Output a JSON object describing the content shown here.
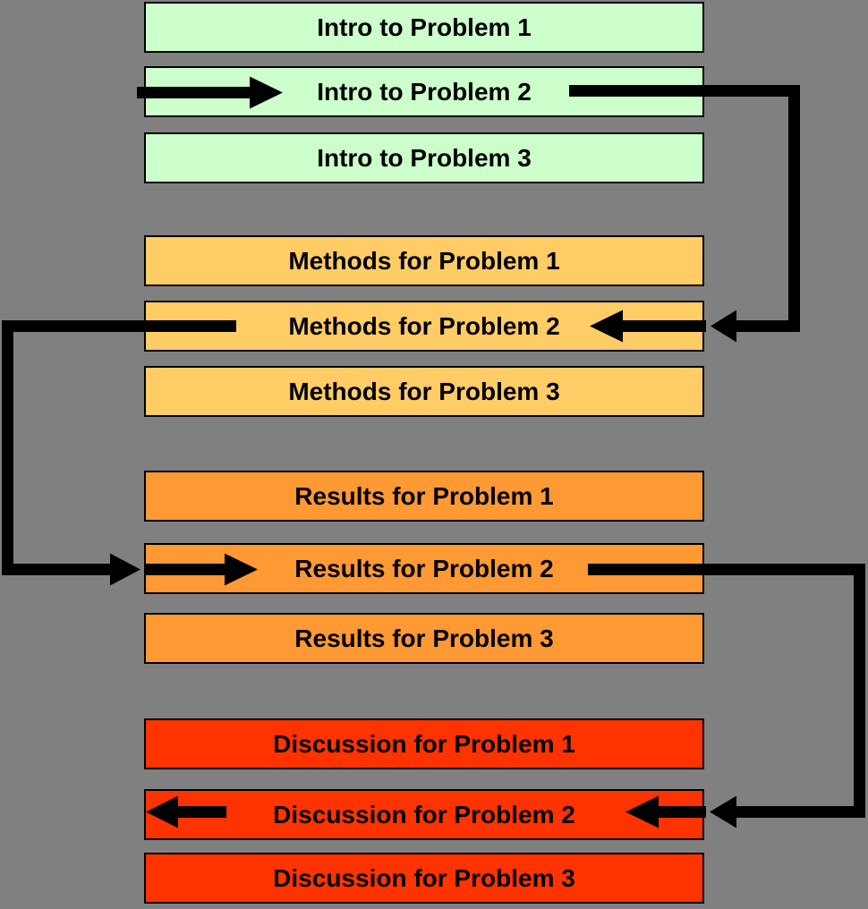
{
  "canvas": {
    "background_color": "#808080",
    "arrow_color": "#000000",
    "box_border_color": "#000000",
    "text_color": "#000000"
  },
  "sections": [
    {
      "name": "Intro",
      "color": "#CCFFCC",
      "boxes": [
        "Intro to Problem 1",
        "Intro to Problem 2",
        "Intro to Problem 3"
      ]
    },
    {
      "name": "Methods",
      "color": "#FFCC66",
      "boxes": [
        "Methods for Problem 1",
        "Methods for Problem 2",
        "Methods for Problem 3"
      ]
    },
    {
      "name": "Results",
      "color": "#FF9933",
      "boxes": [
        "Results for Problem 1",
        "Results for Problem 2",
        "Results for Problem 3"
      ]
    },
    {
      "name": "Discussion",
      "color": "#FF3300",
      "boxes": [
        "Discussion for Problem 1",
        "Discussion for Problem 2",
        "Discussion for Problem 3"
      ]
    }
  ],
  "flow_path": [
    "Intro to Problem 2",
    "Methods for Problem 2",
    "Results for Problem 2",
    "Discussion for Problem 2"
  ]
}
